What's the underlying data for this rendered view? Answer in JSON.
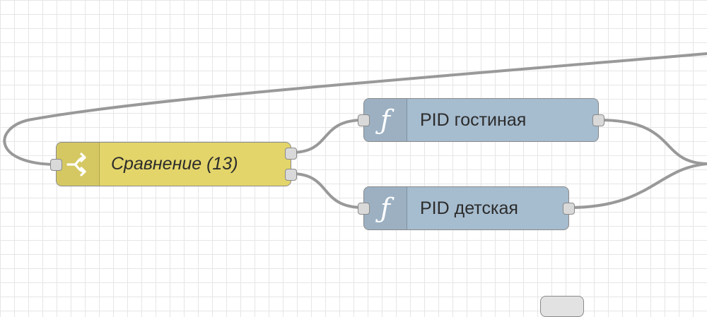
{
  "canvas": {
    "background": "#ffffff",
    "grid_color": "#e6e6e6",
    "wire_color": "#999999"
  },
  "nodes": {
    "switch": {
      "label": "Сравнение (13)",
      "icon": "switch-icon",
      "color": "#e3d56a"
    },
    "pid_living": {
      "label": "PID гостиная",
      "icon": "function-icon",
      "color": "#a6bccf"
    },
    "pid_kids": {
      "label": "PID детская",
      "icon": "function-icon",
      "color": "#a6bccf"
    }
  },
  "function_glyph": "ƒ"
}
